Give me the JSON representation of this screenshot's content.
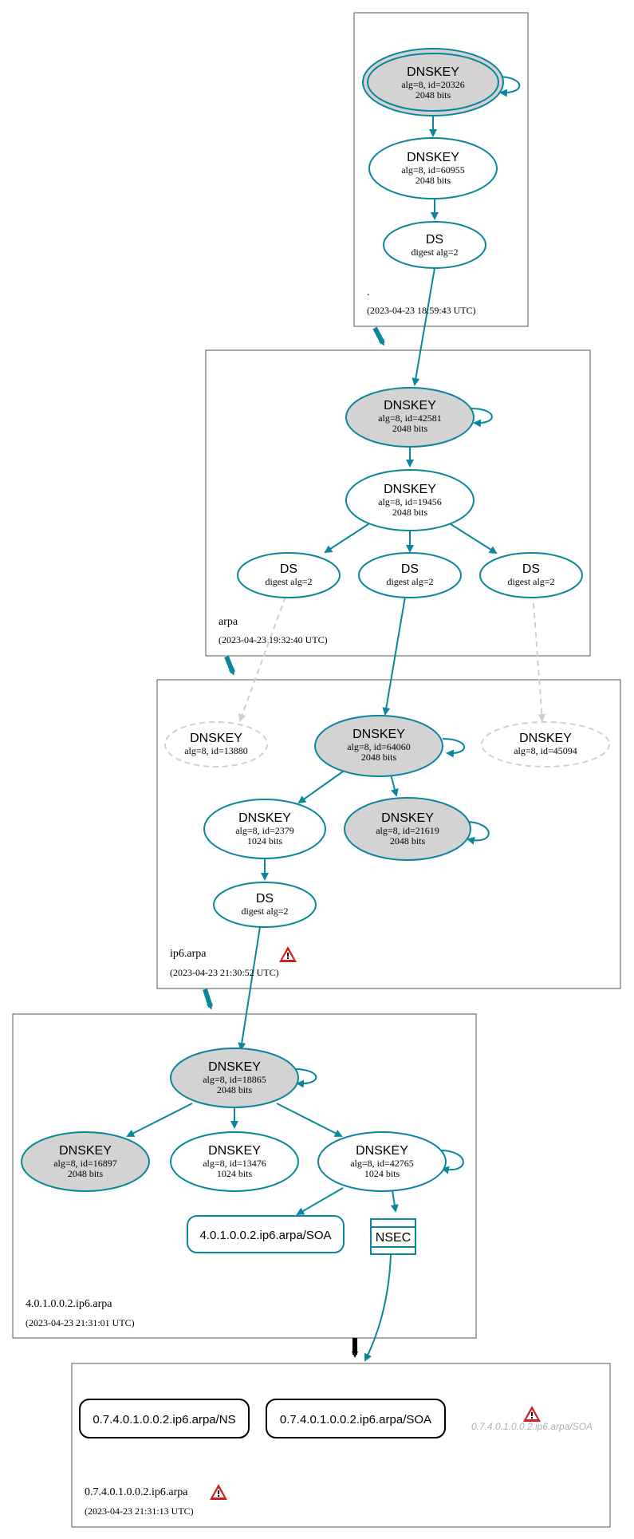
{
  "zones": [
    {
      "name": ".",
      "time": "(2023-04-23 18:59:43 UTC)"
    },
    {
      "name": "arpa",
      "time": "(2023-04-23 19:32:40 UTC)"
    },
    {
      "name": "ip6.arpa",
      "time": "(2023-04-23 21:30:52 UTC)"
    },
    {
      "name": "4.0.1.0.0.2.ip6.arpa",
      "time": "(2023-04-23 21:31:01 UTC)"
    },
    {
      "name": "0.7.4.0.1.0.0.2.ip6.arpa",
      "time": "(2023-04-23 21:31:13 UTC)"
    }
  ],
  "nodes": {
    "root_ksk": {
      "type": "DNSKEY",
      "sub1": "alg=8, id=20326",
      "sub2": "2048 bits"
    },
    "root_zsk": {
      "type": "DNSKEY",
      "sub1": "alg=8, id=60955",
      "sub2": "2048 bits"
    },
    "root_ds": {
      "type": "DS",
      "sub1": "digest alg=2"
    },
    "arpa_ksk": {
      "type": "DNSKEY",
      "sub1": "alg=8, id=42581",
      "sub2": "2048 bits"
    },
    "arpa_zsk": {
      "type": "DNSKEY",
      "sub1": "alg=8, id=19456",
      "sub2": "2048 bits"
    },
    "arpa_ds1": {
      "type": "DS",
      "sub1": "digest alg=2"
    },
    "arpa_ds2": {
      "type": "DS",
      "sub1": "digest alg=2"
    },
    "arpa_ds3": {
      "type": "DS",
      "sub1": "digest alg=2"
    },
    "ip6_missing1": {
      "type": "DNSKEY",
      "sub1": "alg=8, id=13880"
    },
    "ip6_ksk": {
      "type": "DNSKEY",
      "sub1": "alg=8, id=64060",
      "sub2": "2048 bits"
    },
    "ip6_missing2": {
      "type": "DNSKEY",
      "sub1": "alg=8, id=45094"
    },
    "ip6_zsk": {
      "type": "DNSKEY",
      "sub1": "alg=8, id=2379",
      "sub2": "1024 bits"
    },
    "ip6_key2": {
      "type": "DNSKEY",
      "sub1": "alg=8, id=21619",
      "sub2": "2048 bits"
    },
    "ip6_ds": {
      "type": "DS",
      "sub1": "digest alg=2"
    },
    "z4_ksk": {
      "type": "DNSKEY",
      "sub1": "alg=8, id=18865",
      "sub2": "2048 bits"
    },
    "z4_key1": {
      "type": "DNSKEY",
      "sub1": "alg=8, id=16897",
      "sub2": "2048 bits"
    },
    "z4_key2": {
      "type": "DNSKEY",
      "sub1": "alg=8, id=13476",
      "sub2": "1024 bits"
    },
    "z4_zsk": {
      "type": "DNSKEY",
      "sub1": "alg=8, id=42765",
      "sub2": "1024 bits"
    },
    "z4_soa": {
      "label": "4.0.1.0.0.2.ip6.arpa/SOA"
    },
    "z4_nsec": {
      "label": "NSEC"
    },
    "z5_ns": {
      "label": "0.7.4.0.1.0.0.2.ip6.arpa/NS"
    },
    "z5_soa": {
      "label": "0.7.4.0.1.0.0.2.ip6.arpa/SOA"
    },
    "z5_soa_grey": {
      "label": "0.7.4.0.1.0.0.2.ip6.arpa/SOA"
    }
  },
  "colors": {
    "edge": "#0a879a",
    "sep_fill": "#d3d3d3",
    "missing": "#cfcfcf",
    "warning": "#cc2222"
  }
}
